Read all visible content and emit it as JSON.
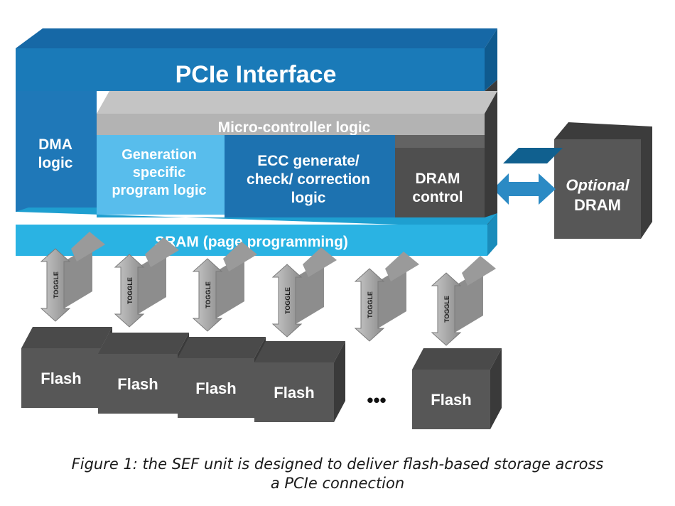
{
  "blocks": {
    "pcie": "PCIe Interface",
    "micro": "Micro-controller logic",
    "dma": [
      "DMA",
      "logic"
    ],
    "gen": [
      "Generation",
      "specific",
      "program logic"
    ],
    "ecc": [
      "ECC generate/",
      "check/ correction",
      "logic"
    ],
    "dram_control": [
      "DRAM",
      "control"
    ],
    "sram": "SRAM (page programming)",
    "optional_dram": [
      "Optional",
      "DRAM"
    ]
  },
  "toggle_label": "TOGGLE",
  "flash_label": "Flash",
  "ellipsis": "•••",
  "caption": [
    "Figure 1: the SEF unit is designed to deliver flash-based storage across",
    "a PCIe connection"
  ],
  "colors": {
    "pcie_top": "#1f74b3",
    "pcie_front": "#1a7ab8",
    "dma": "#1f78b8",
    "micro": "#b8b8b8",
    "gen": "#52b8e8",
    "ecc": "#1d72b0",
    "dram_control": "#4f4f4f",
    "sram": "#2ab3e3",
    "dark_box": "#555555",
    "arrow": "#a9a9a9",
    "connector": "#1f78b8"
  }
}
